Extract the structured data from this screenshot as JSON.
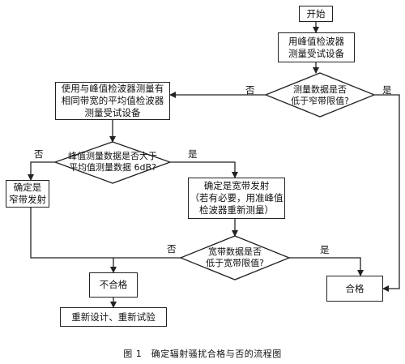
{
  "nodes": {
    "start": "开始",
    "measure_peak": "用峰值检波器\n测量受试设备",
    "decision_narrow_limit": "测量数据是否\n低于窄带限值?",
    "measure_avg": "使用与峰值检波器测量有\n相同带宽的平均值检波器\n测量受试设备",
    "decision_peak_vs_avg": "峰值测量数据是否大于\n平均值测量数据 6dB?",
    "narrowband": "确定是\n窄带发射",
    "broadband": "确定是宽带发射\n（若有必要，用准峰值\n检波器重新测量）",
    "decision_broad_limit": "宽带数据是否\n低于宽带限值?",
    "fail": "不合格",
    "redesign": "重新设计、重新试验",
    "pass": "合格"
  },
  "edge_labels": {
    "narrow_no": "否",
    "narrow_yes": "是",
    "peak_avg_no": "否",
    "peak_avg_yes": "是",
    "broad_no": "否",
    "broad_yes": "是"
  },
  "caption": "图 1　确定辐射骚扰合格与否的流程图"
}
